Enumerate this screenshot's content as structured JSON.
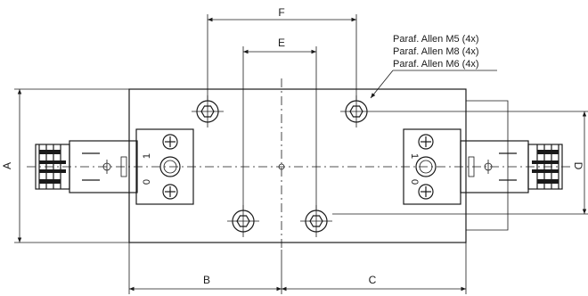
{
  "dimensions": {
    "a": "A",
    "b": "B",
    "c": "C",
    "d": "D",
    "e": "E",
    "f": "F"
  },
  "notes": [
    "Paraf. Allen M5 (4x)",
    "Paraf. Allen M8 (4x)",
    "Paraf. Allen M6 (4x)"
  ],
  "markings": {
    "left_zero": "0",
    "left_one": "1",
    "right_zero": "0",
    "right_one": "1"
  }
}
